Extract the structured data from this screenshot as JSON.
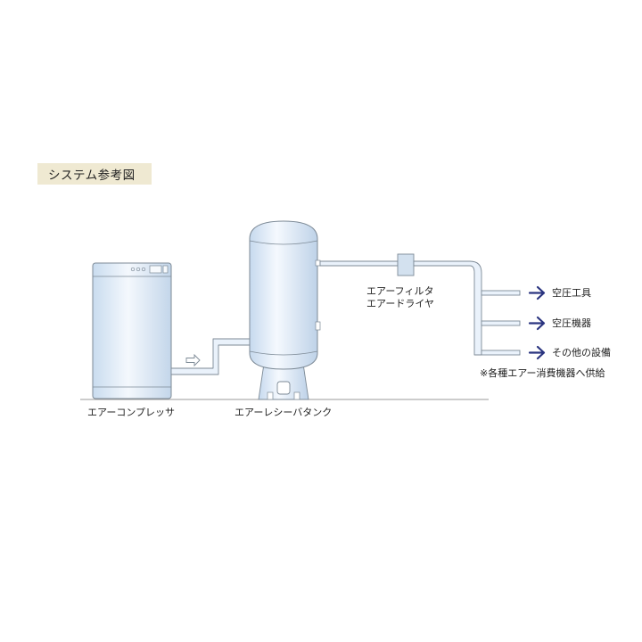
{
  "header": {
    "title": "システム参考図"
  },
  "components": {
    "compressor": "エアーコンプレッサ",
    "receiver_tank": "エアーレシーバタンク",
    "filter_line1": "エアーフィルタ",
    "filter_line2": "エアードライヤ"
  },
  "outputs": [
    {
      "label": "空圧工具"
    },
    {
      "label": "空圧機器"
    },
    {
      "label": "その他の設備"
    }
  ],
  "note": "※各種エアー消費機器へ供給",
  "colors": {
    "pipe": "#e8f1fa",
    "outline": "#7d8a96",
    "arrow": "#2b3580",
    "badge": "#efe9d2",
    "ground": "#999999"
  }
}
